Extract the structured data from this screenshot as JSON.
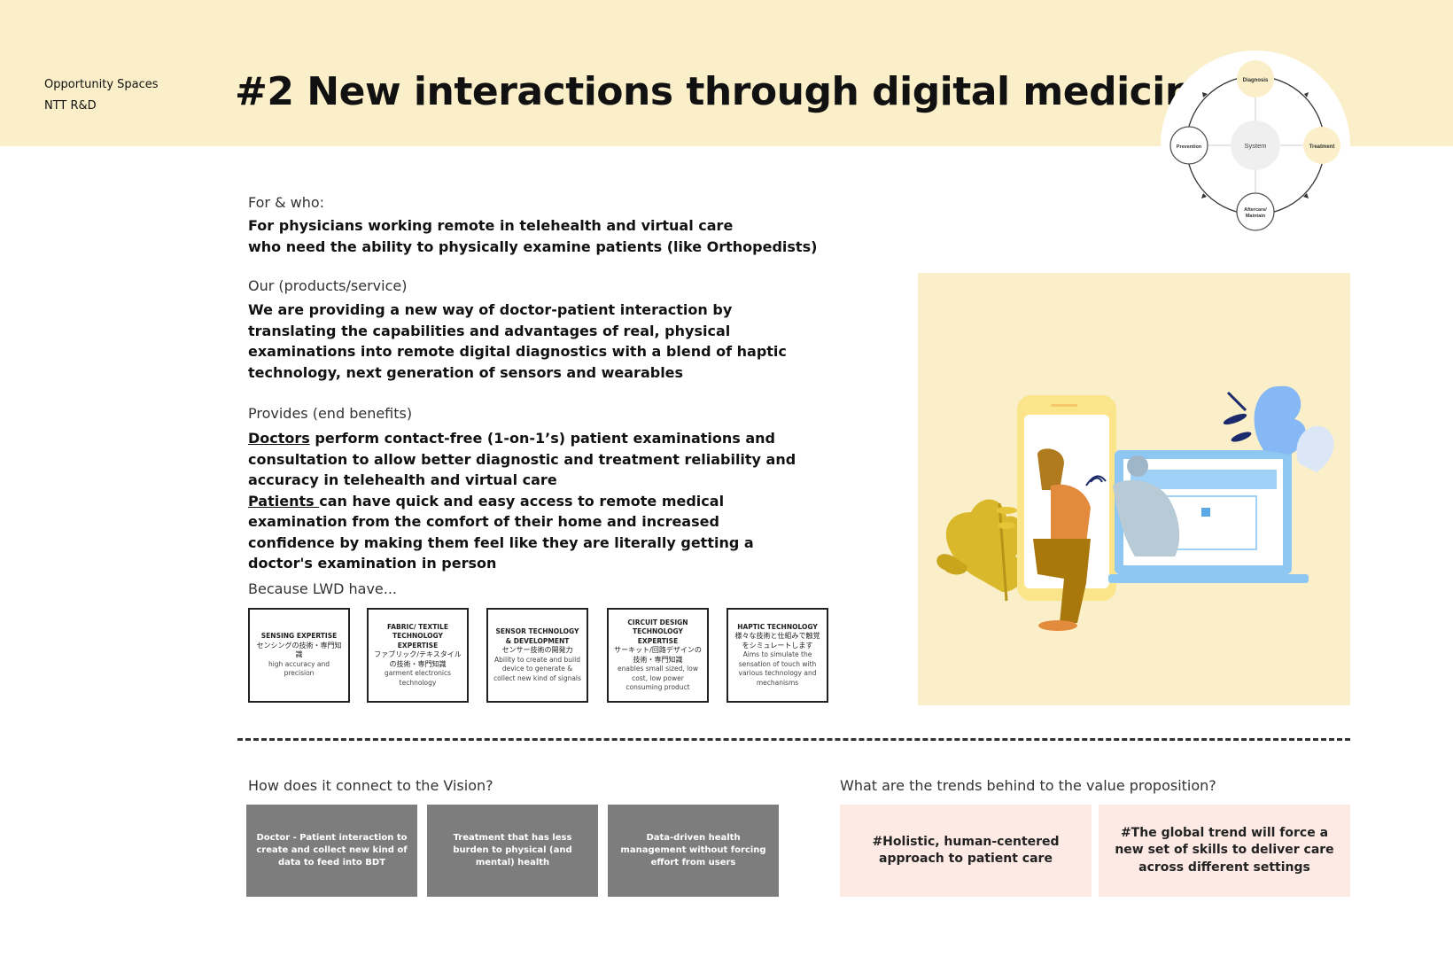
{
  "header": {
    "org_line1": "Opportunity Spaces",
    "org_line2": "NTT R&D",
    "title": "#2 New interactions through digital medicine"
  },
  "cycle": {
    "center": "System",
    "top": "Diagnosis",
    "right": "Treatment",
    "bottom_line1": "Aftercare/",
    "bottom_line2": "Maintain",
    "left": "Prevention",
    "highlighted": [
      "Diagnosis",
      "Treatment"
    ],
    "highlight_color": "#faefc9"
  },
  "for_who": {
    "label": "For & who:",
    "line1": "For physicians working remote in telehealth and virtual care",
    "line2": "who need the ability to physically examine patients (like Orthopedists)"
  },
  "products": {
    "label": "Our (products/service)",
    "text": "We are providing a new way of doctor-patient interaction by translating the capabilities and advantages of real, physical examinations into remote digital diagnostics with a blend of haptic technology, next generation of sensors and wearables"
  },
  "benefits": {
    "label": "Provides (end benefits)",
    "doctors_word": "Doctors",
    "doctors_text": " perform contact-free (1-on-1’s) patient examinations  and consultation to allow better diagnostic and treatment reliability and accuracy in telehealth and virtual care",
    "patients_word": "Patients ",
    "patients_text": "can have quick and easy access to remote medical examination from the comfort of their home and increased confidence by making them feel like they are literally getting a doctor's examination in person"
  },
  "capabilities": {
    "label": "Because LWD have...",
    "cards": [
      {
        "title": "SENSING EXPERTISE",
        "jp": "センシングの技術・専門知識",
        "desc": "high accuracy and precision"
      },
      {
        "title": "FABRIC/ TEXTILE TECHNOLOGY EXPERTISE",
        "jp": "ファブリック/テキスタイルの技術・専門知識",
        "desc": "garment electronics technology"
      },
      {
        "title": "SENSOR TECHNOLOGY & DEVELOPMENT",
        "jp": "センサー技術の開発力",
        "desc": "Ability to create and build device to generate & collect new kind of signals"
      },
      {
        "title": "CIRCUIT DESIGN TECHNOLOGY EXPERTISE",
        "jp": "サーキット/回路デザインの技術・専門知識",
        "desc": "enables small sized, low cost, low power consuming product"
      },
      {
        "title": "HAPTIC TECHNOLOGY",
        "jp": "様々な技術と仕組みで触覚をシミュレートします",
        "desc": "Aims to simulate the sensation of touch with various technology and mechanisms"
      }
    ]
  },
  "vision": {
    "label": "How does it connect to the Vision?",
    "cards": [
      "Doctor - Patient interaction to create and collect new kind of data to feed into BDT",
      "Treatment that has less burden to physical (and mental) health",
      "Data-driven health management without forcing effort from users"
    ]
  },
  "trends": {
    "label": "What are the trends behind to the value proposition?",
    "cards": [
      "#Holistic, human-centered approach to patient care",
      "#The global trend will force a new set of skills to deliver care across different settings"
    ]
  }
}
